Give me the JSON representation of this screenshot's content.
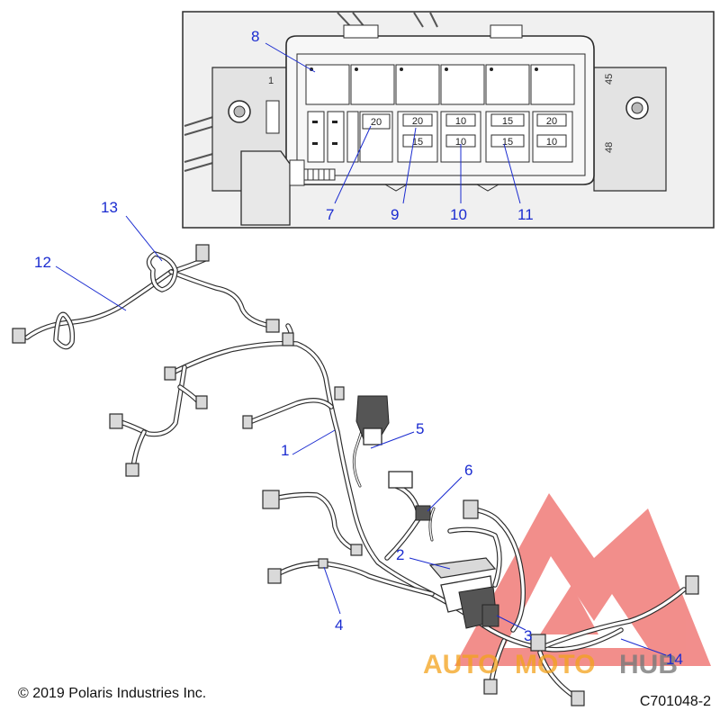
{
  "callouts": {
    "c1": "1",
    "c2": "2",
    "c3": "3",
    "c4": "4",
    "c5": "5",
    "c6": "6",
    "c7": "7",
    "c8": "8",
    "c9": "9",
    "c10": "10",
    "c11": "11",
    "c12": "12",
    "c13": "13",
    "c14": "14"
  },
  "inset": {
    "connector_numbers": {
      "top": "1",
      "right_top": "45",
      "right_bottom": "48"
    },
    "fuses": {
      "upper": [
        "20",
        "20",
        "10",
        "15",
        "20"
      ],
      "lower": [
        "15",
        "10",
        "15",
        "10"
      ]
    }
  },
  "watermark": {
    "text_a": "AUTO",
    "text_b": "MOTO",
    "text_c": "HUB",
    "color_red": "#e8322e",
    "color_orange": "#f3a21b",
    "color_gray": "#7a7a7a"
  },
  "footer": {
    "copyright": "© 2019 Polaris Industries Inc.",
    "drawing_number": "C701048-2"
  },
  "colors": {
    "callout": "#1a2bd0",
    "line": "#2b2b2b",
    "inset_bg": "#f0f0f0"
  }
}
